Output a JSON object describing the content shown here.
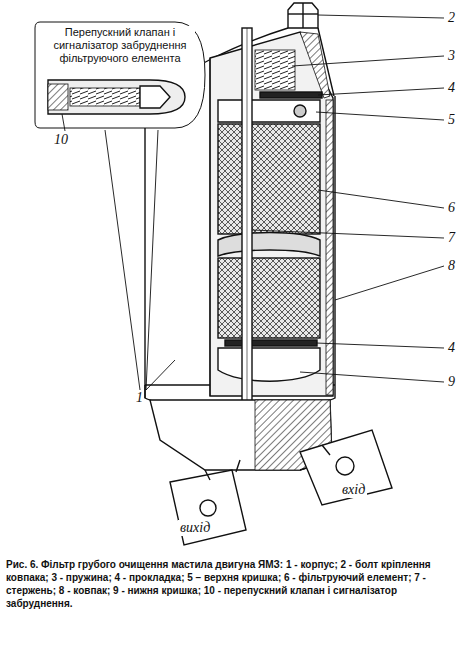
{
  "diagram": {
    "caption": "Рис. 6. Фільтр грубого очищення мастила двигуна ЯМЗ: 1 - корпус; 2 - болт кріплення ковпака; 3 - пружина; 4 - прокладка; 5 – верхня кришка; 6 - фільтруючий елемент; 7 - стержень; 8 - ковпак; 9 - нижня кришка; 10 - перепускний клапан і сигналізатор забруднення.",
    "labels": [
      "Перепускний клапан і сигналізатор забруднення фільтруючого елемента",
      "1",
      "2",
      "3",
      "4",
      "5",
      "6",
      "7",
      "8",
      "4",
      "9",
      "10",
      "вихід",
      "вхід"
    ]
  }
}
